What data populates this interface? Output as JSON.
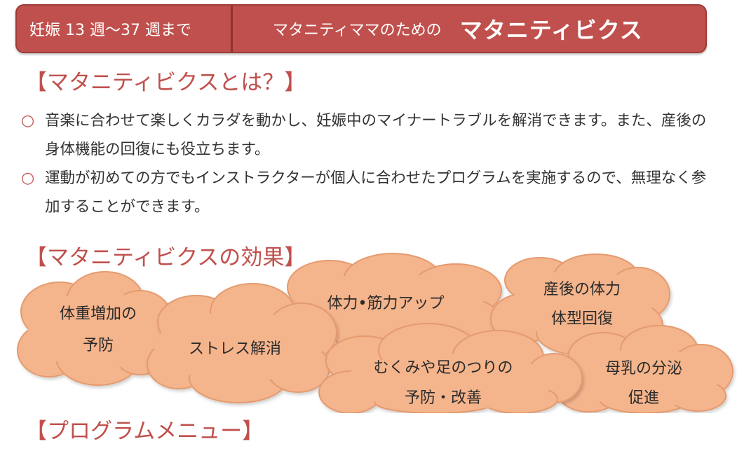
{
  "banner": {
    "period": "妊娠 13 週〜37 週まで",
    "prefix": "マタニティママのための",
    "title": "マタニティビクス"
  },
  "sections": {
    "what": {
      "heading": "【マタニティビクスとは？】"
    },
    "effects": {
      "heading": "【マタニティビクスの効果】"
    },
    "program": {
      "heading": "【プログラムメニュー】"
    }
  },
  "bullets": [
    {
      "mark": "○",
      "text": "音楽に合わせて楽しくカラダを動かし、妊娠中のマイナートラブルを解消できます。また、産後の身体機能の回復にも役立ちます。"
    },
    {
      "mark": "○",
      "text": "運動が初めての方でもインストラクターが個人に合わせたプログラムを実施するので、無理なく参加することができます。"
    }
  ],
  "effects": [
    {
      "line1": "体重増加の",
      "line2": "予防"
    },
    {
      "line1": "ストレス解消",
      "line2": ""
    },
    {
      "line1": "体力•筋力アップ",
      "line2": ""
    },
    {
      "line1": "産後の体力",
      "line2": "体型回復"
    },
    {
      "line1": "むくみや足のつりの",
      "line2": "予防・改善"
    },
    {
      "line1": "母乳の分泌",
      "line2": "促進"
    }
  ],
  "colors": {
    "accent": "#c0504d",
    "cloud_fill": "#f4b48c",
    "cloud_stroke": "#e59a6e"
  }
}
